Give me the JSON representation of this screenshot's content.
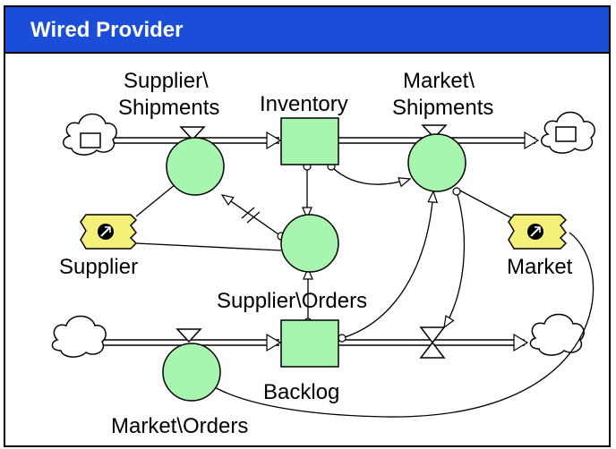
{
  "title": "Wired Provider",
  "nodes": {
    "supplier_shipments": [
      "Supplier\\",
      "Shipments"
    ],
    "inventory": "Inventory",
    "market_shipments": [
      "Market\\",
      "Shipments"
    ],
    "supplier": "Supplier",
    "supplier_orders": "Supplier\\Orders",
    "market": "Market",
    "backlog": "Backlog",
    "market_orders": "Market\\Orders"
  },
  "colors": {
    "title_bar": "#1b4ed8",
    "node_fill": "#a8f5b0",
    "token_fill": "#f5f07a"
  }
}
